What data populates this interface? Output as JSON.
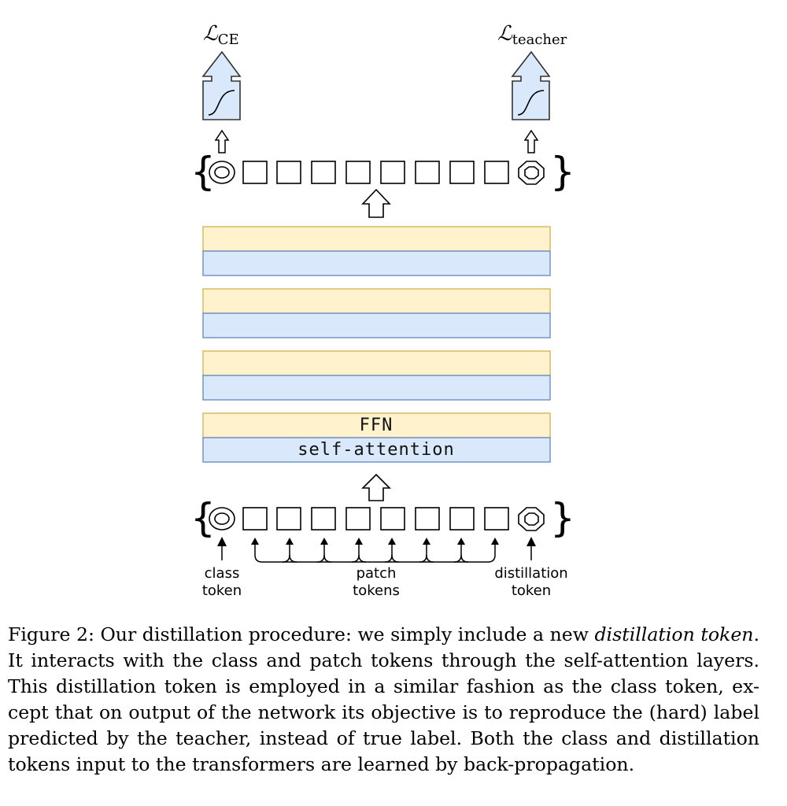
{
  "losses": {
    "left": {
      "symbol": "ℒ",
      "subscript": "CE"
    },
    "right": {
      "symbol": "ℒ",
      "subscript": "teacher"
    }
  },
  "layers": {
    "ffn_label": "FFN",
    "attention_label": "self-attention"
  },
  "token_labels": {
    "class": [
      "class",
      "token"
    ],
    "patch": [
      "patch",
      "tokens"
    ],
    "distillation": [
      "distillation",
      "token"
    ]
  },
  "caption": {
    "prefix": "Figure 2: Our distillation procedure: we simply include a new ",
    "emphasis": "distillation token",
    "suffix": ". It interacts with the class and patch tokens through the self-attention layers. This distillation token is employed in a similar fashion as the class token, ex- cept that on output of the network its objective is to reproduce the (hard) label predicted by the teacher, instead of true label. Both the class and distillation tokens input to the transformers are learned by back-propagation."
  },
  "colors": {
    "ffn_fill": "#fff2cc",
    "ffn_stroke": "#d6b656",
    "attention_fill": "#dae8fc",
    "attention_stroke": "#6c8ebf"
  }
}
